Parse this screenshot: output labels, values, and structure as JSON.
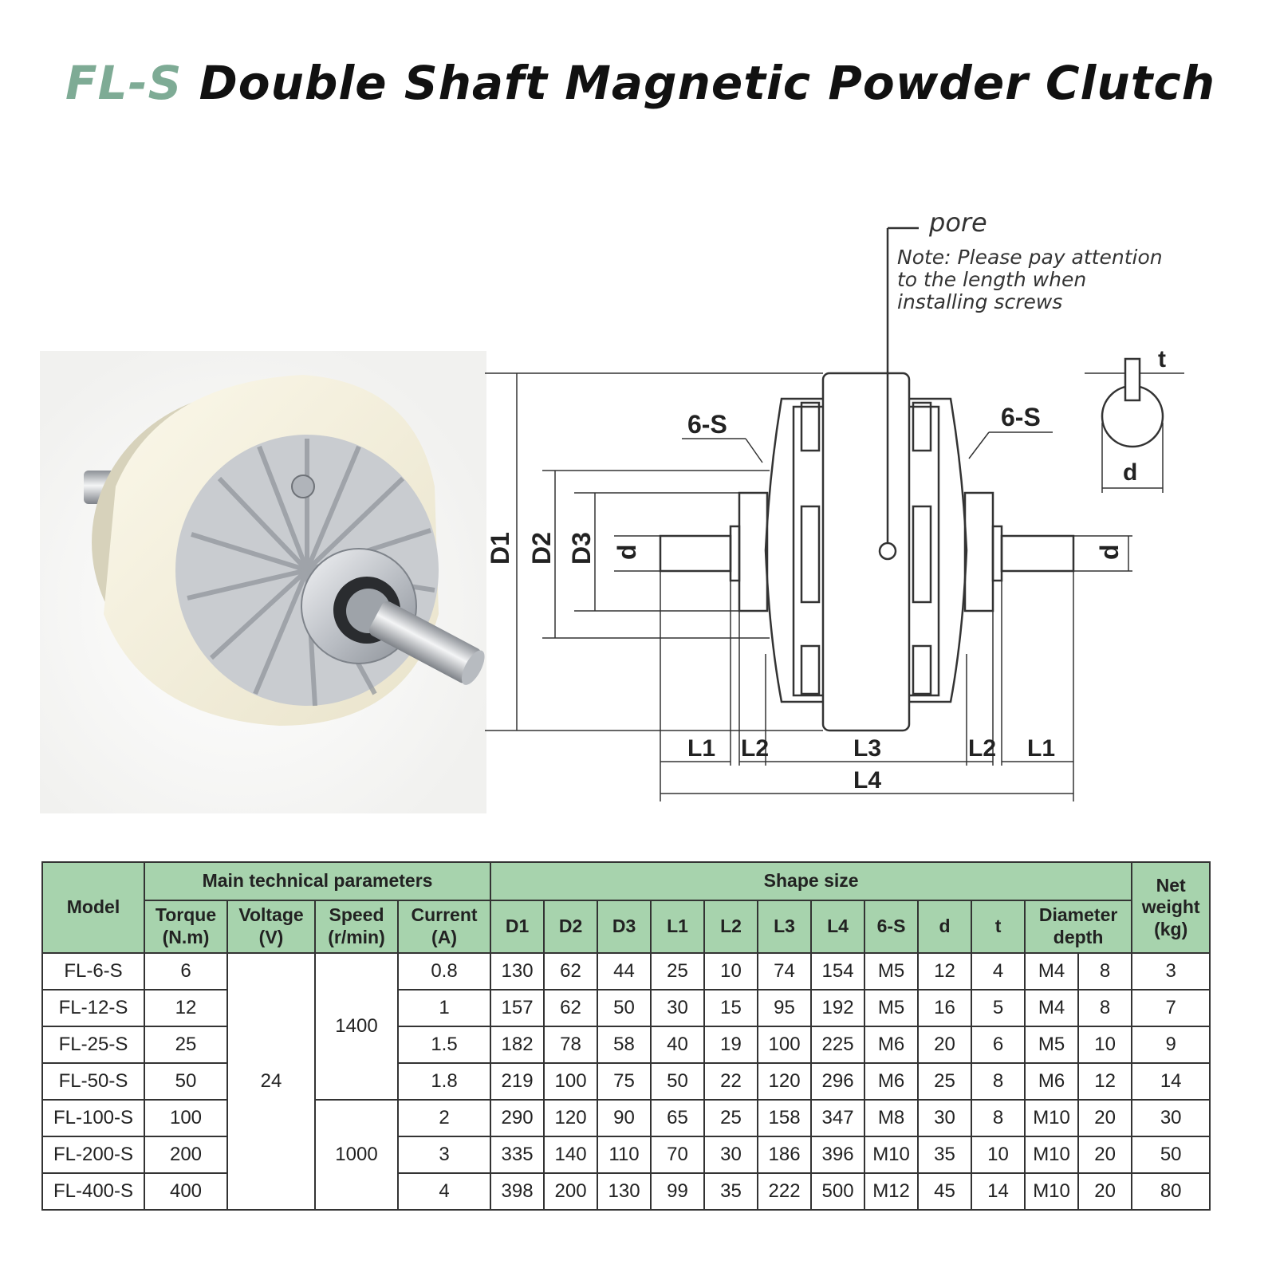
{
  "title": {
    "prefix": "FL-S",
    "rest": " Double Shaft Magnetic Powder Clutch"
  },
  "diagram": {
    "pore_label": "pore",
    "note_lines": [
      "Note: Please pay attention",
      "to the length when",
      "installing screws"
    ],
    "labels": {
      "six_s_left": "6-S",
      "six_s_right": "6-S",
      "d1": "D1",
      "d2": "D2",
      "d3": "D3",
      "d_left": "d",
      "d_right": "d",
      "l1_left": "L1",
      "l2_left": "L2",
      "l3": "L3",
      "l2_right": "L2",
      "l1_right": "L1",
      "l4": "L4",
      "key_t": "t",
      "key_d": "d"
    }
  },
  "table": {
    "headers": {
      "model": "Model",
      "main_params": "Main technical parameters",
      "shape_size": "Shape size",
      "net_weight": [
        "Net",
        "weight",
        "(kg)"
      ],
      "torque": [
        "Torque",
        "(N.m)"
      ],
      "voltage": [
        "Voltage",
        "(V)"
      ],
      "speed": [
        "Speed",
        "(r/min)"
      ],
      "current": [
        "Current",
        "(A)"
      ],
      "dims": [
        "D1",
        "D2",
        "D3",
        "L1",
        "L2",
        "L3",
        "L4",
        "6-S",
        "d",
        "t"
      ],
      "diameter_depth": [
        "Diameter",
        "depth"
      ]
    },
    "voltage_value": "24",
    "speed_groups": [
      "1400",
      "1000"
    ],
    "rows": [
      {
        "model": "FL-6-S",
        "torque": "6",
        "current": "0.8",
        "dims": [
          "130",
          "62",
          "44",
          "25",
          "10",
          "74",
          "154",
          "M5",
          "12",
          "4"
        ],
        "diameter": "M4",
        "depth": "8",
        "weight": "3"
      },
      {
        "model": "FL-12-S",
        "torque": "12",
        "current": "1",
        "dims": [
          "157",
          "62",
          "50",
          "30",
          "15",
          "95",
          "192",
          "M5",
          "16",
          "5"
        ],
        "diameter": "M4",
        "depth": "8",
        "weight": "7"
      },
      {
        "model": "FL-25-S",
        "torque": "25",
        "current": "1.5",
        "dims": [
          "182",
          "78",
          "58",
          "40",
          "19",
          "100",
          "225",
          "M6",
          "20",
          "6"
        ],
        "diameter": "M5",
        "depth": "10",
        "weight": "9"
      },
      {
        "model": "FL-50-S",
        "torque": "50",
        "current": "1.8",
        "dims": [
          "219",
          "100",
          "75",
          "50",
          "22",
          "120",
          "296",
          "M6",
          "25",
          "8"
        ],
        "diameter": "M6",
        "depth": "12",
        "weight": "14"
      },
      {
        "model": "FL-100-S",
        "torque": "100",
        "current": "2",
        "dims": [
          "290",
          "120",
          "90",
          "65",
          "25",
          "158",
          "347",
          "M8",
          "30",
          "8"
        ],
        "diameter": "M10",
        "depth": "20",
        "weight": "30"
      },
      {
        "model": "FL-200-S",
        "torque": "200",
        "current": "3",
        "dims": [
          "335",
          "140",
          "110",
          "70",
          "30",
          "186",
          "396",
          "M10",
          "35",
          "10"
        ],
        "diameter": "M10",
        "depth": "20",
        "weight": "50"
      },
      {
        "model": "FL-400-S",
        "torque": "400",
        "current": "4",
        "dims": [
          "398",
          "200",
          "130",
          "99",
          "35",
          "222",
          "500",
          "M12",
          "45",
          "14"
        ],
        "diameter": "M10",
        "depth": "20",
        "weight": "80"
      }
    ]
  }
}
